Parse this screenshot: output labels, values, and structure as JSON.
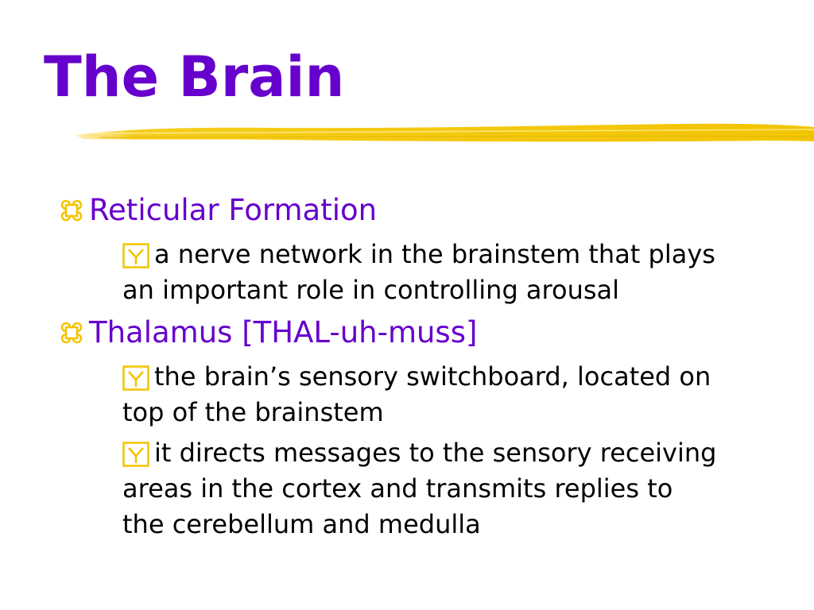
{
  "slide": {
    "title": "The Brain",
    "accent_color": "#6600cc",
    "underline_color": "#f2c500",
    "items": [
      {
        "label": "Reticular Formation",
        "bullet_icon": "command-icon",
        "subitems": [
          {
            "bullet_icon": "checkbox-icon",
            "line1": "a nerve network in the brainstem that plays",
            "line2": "an important role in controlling arousal",
            "line3": ""
          }
        ]
      },
      {
        "label": "Thalamus [THAL-uh-muss]",
        "bullet_icon": "command-icon",
        "subitems": [
          {
            "bullet_icon": "checkbox-icon",
            "line1": "the brain’s sensory switchboard, located on",
            "line2": "top of the brainstem",
            "line3": ""
          },
          {
            "bullet_icon": "checkbox-icon",
            "line1": "it directs messages to the sensory receiving",
            "line2": "areas in the cortex and transmits replies to",
            "line3": "the cerebellum and medulla"
          }
        ]
      }
    ]
  }
}
